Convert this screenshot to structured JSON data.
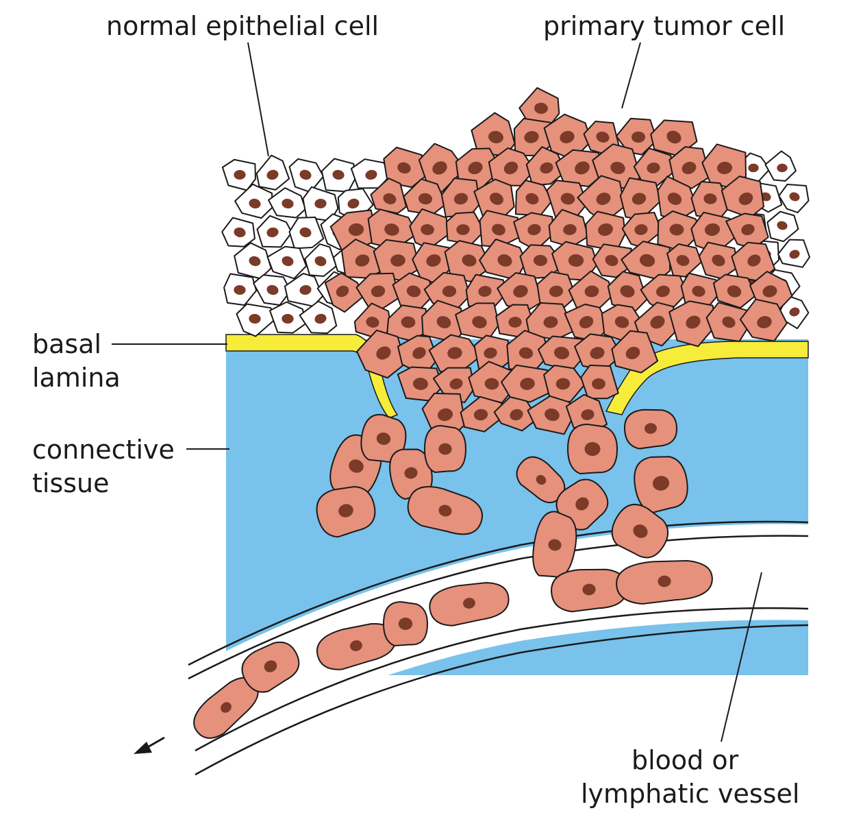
{
  "labels": {
    "normal_epithelial_cell": "normal epithelial cell",
    "primary_tumor_cell": "primary tumor cell",
    "basal_lamina_line1": "basal",
    "basal_lamina_line2": "lamina",
    "connective_tissue_line1": "connective",
    "connective_tissue_line2": "tissue",
    "vessel_line1": "blood or",
    "vessel_line2": "lymphatic vessel"
  },
  "colors": {
    "tumor_cell": "#e5917c",
    "nucleus": "#7b3b28",
    "normal_cell": "#ffffff",
    "basal_lamina": "#f7ec3a",
    "connective_tissue": "#78c2ec",
    "outline": "#1a1a1a"
  }
}
